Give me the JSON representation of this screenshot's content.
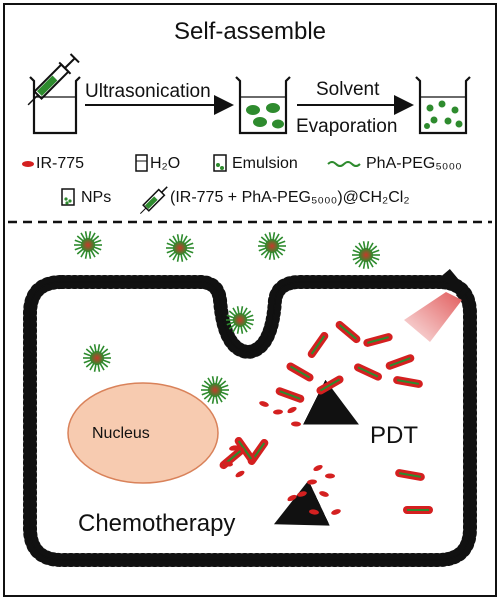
{
  "title": "Self-assemble",
  "steps": {
    "ultrasonication": "Ultrasonication",
    "solvent": "Solvent",
    "evaporation": "Evaporation"
  },
  "legend": {
    "ir775": "IR-775",
    "h2o": "H₂O",
    "emulsion": "Emulsion",
    "pha_peg": "PhA-PEG₅₀₀₀",
    "nps": "NPs",
    "mixture": "(IR-775 + PhA-PEG₅₀₀₀)@CH₂Cl₂"
  },
  "cell": {
    "nucleus": "Nucleus",
    "pdt": "PDT",
    "chemotherapy": "Chemotherapy"
  },
  "colors": {
    "ir775": "#d42020",
    "green": "#2e8b2e",
    "nucleus_fill": "#f7cbb0",
    "nucleus_stroke": "#d9825a",
    "laser": "#e05555"
  },
  "icons": [
    "syringe-icon",
    "beaker-icon",
    "emulsion-beaker-icon",
    "nps-beaker-icon",
    "nanoparticle-icon",
    "laser-icon",
    "curved-arrow-icon"
  ]
}
